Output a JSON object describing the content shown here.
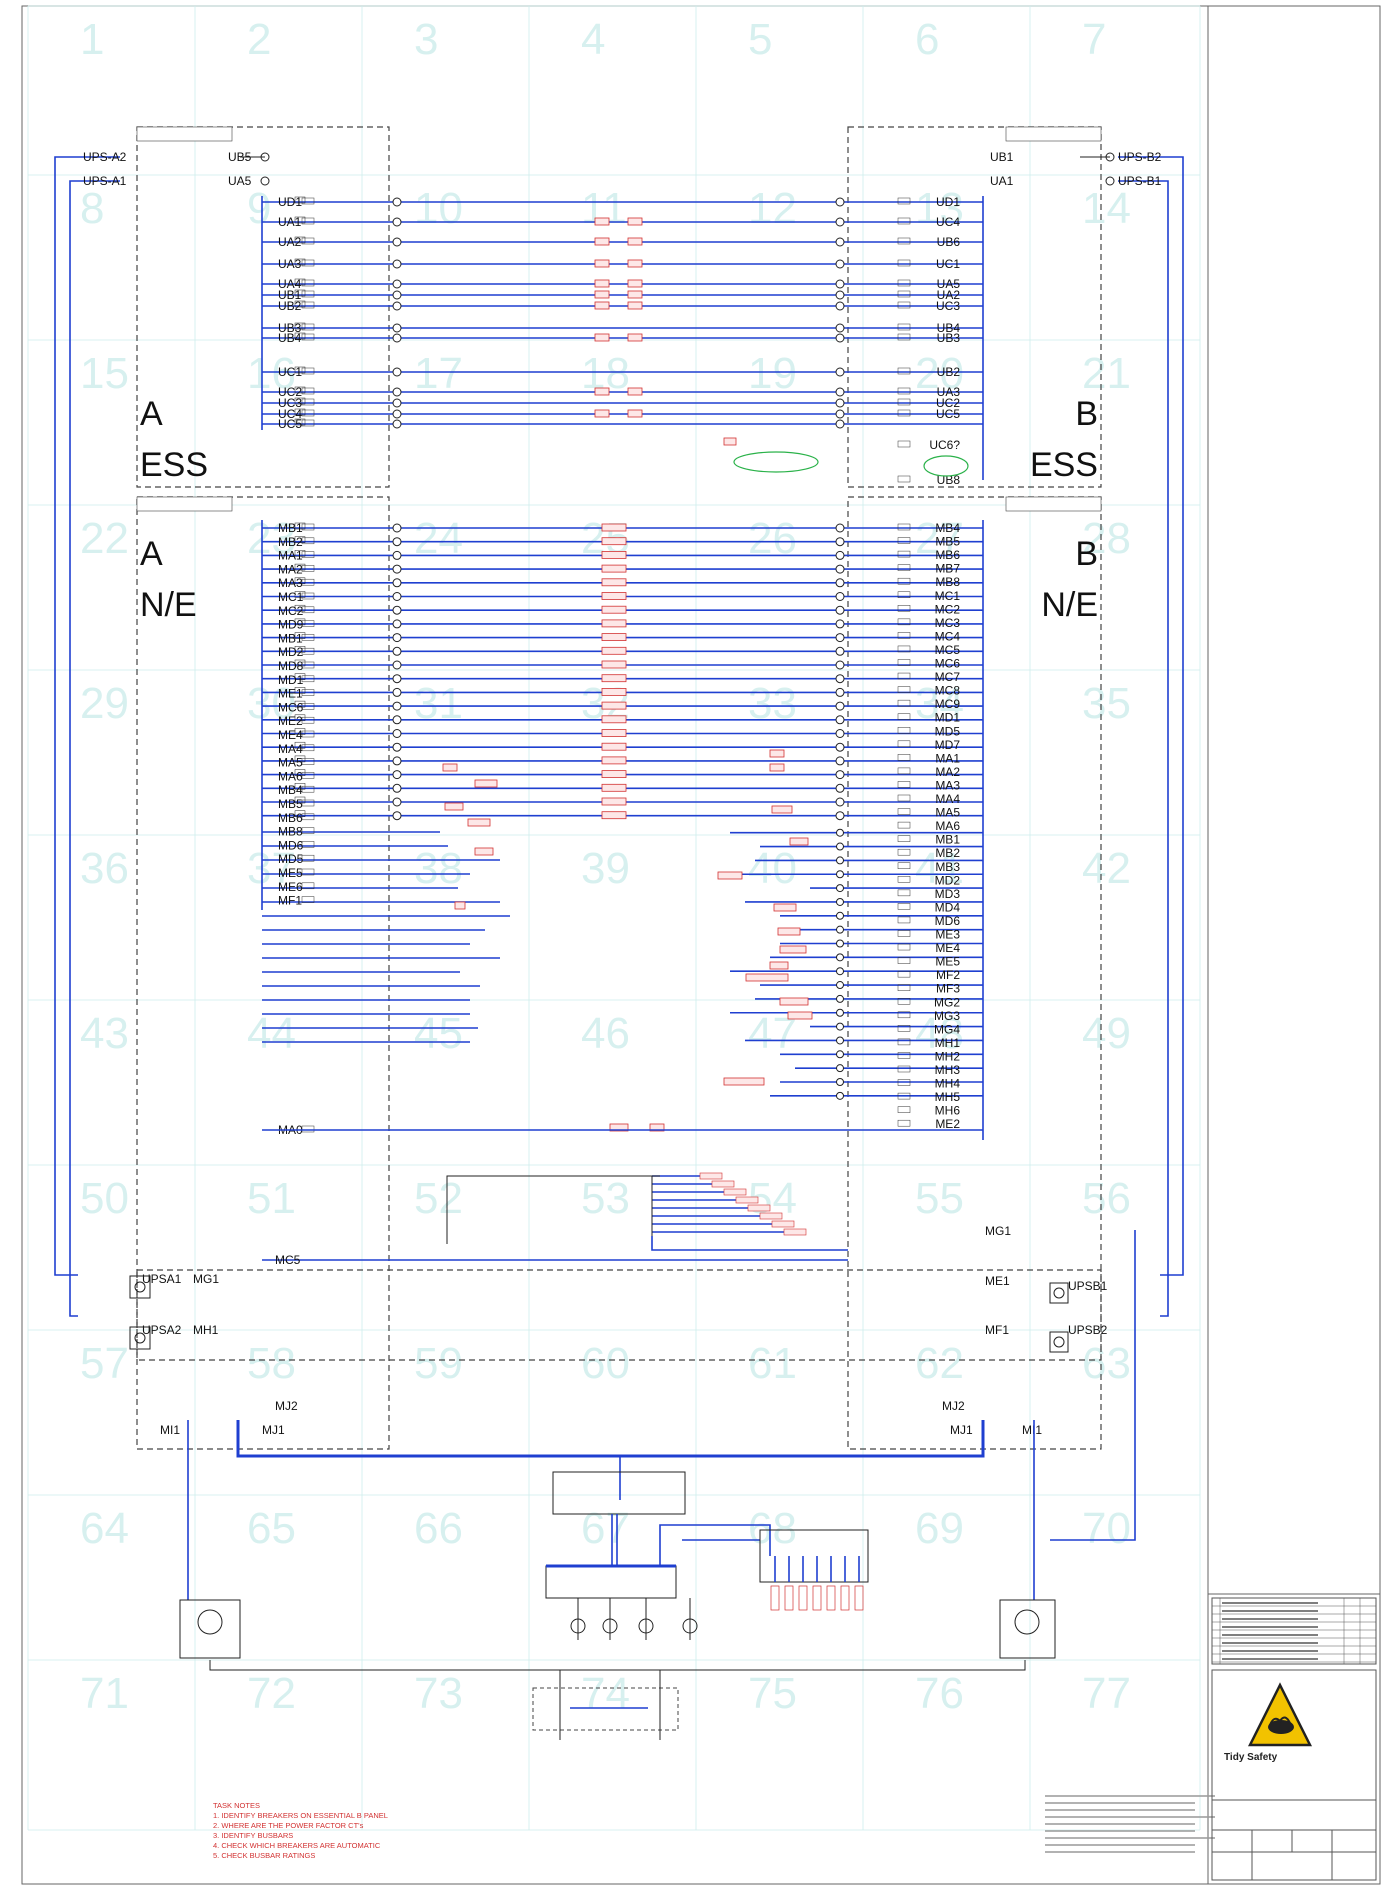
{
  "grid_numbers": [
    "1",
    "2",
    "3",
    "4",
    "5",
    "6",
    "7",
    "8",
    "9",
    "10",
    "11",
    "12",
    "13",
    "14",
    "15",
    "16",
    "17",
    "18",
    "19",
    "20",
    "21",
    "22",
    "23",
    "24",
    "25",
    "26",
    "27",
    "28",
    "29",
    "30",
    "31",
    "32",
    "33",
    "34",
    "35",
    "36",
    "37",
    "38",
    "39",
    "40",
    "41",
    "42",
    "43",
    "44",
    "45",
    "46",
    "47",
    "48",
    "49",
    "50",
    "51",
    "52",
    "53",
    "54",
    "55",
    "56",
    "57",
    "58",
    "59",
    "60",
    "61",
    "62",
    "63",
    "64",
    "65",
    "66",
    "67",
    "68",
    "69",
    "70",
    "71",
    "72",
    "73",
    "74",
    "75",
    "76",
    "77"
  ],
  "panels": {
    "a_ess": {
      "line1": "A",
      "line2": "ESS"
    },
    "b_ess": {
      "line1": "B",
      "line2": "ESS"
    },
    "a_ne": {
      "line1": "A",
      "line2": "N/E"
    },
    "b_ne": {
      "line1": "B",
      "line2": "N/E"
    }
  },
  "top_feeds": {
    "left": [
      {
        "src": "UPS-A2",
        "cb": "UB5"
      },
      {
        "src": "UPS-A1",
        "cb": "UA5"
      }
    ],
    "right": [
      {
        "src": "UPS-B2",
        "cb": "UB1"
      },
      {
        "src": "UPS-B1",
        "cb": "UA1"
      }
    ]
  },
  "a_ess_breakers": [
    "UD1",
    "UA1",
    "UA2",
    "UA3",
    "UA4",
    "UB1",
    "UB2",
    "UB3",
    "UB4",
    "UC1",
    "UC2",
    "UC3",
    "UC4",
    "UC5"
  ],
  "b_ess_breakers": [
    "UD1",
    "UC4",
    "UB6",
    "UC1",
    "UA5",
    "UA2",
    "UC3",
    "UB4",
    "UB3",
    "UB2",
    "UA3",
    "UC2",
    "UC5",
    "UC6?",
    "UB8"
  ],
  "a_ne_breakers": [
    "MB1",
    "MB2",
    "MA1",
    "MA2",
    "MA3",
    "MC1",
    "MC2",
    "MD9",
    "MB1",
    "MD2",
    "MD8",
    "MD1",
    "ME1",
    "MC6",
    "ME2",
    "ME4",
    "MA4",
    "MA5",
    "MA6",
    "MB4",
    "MB5",
    "MB6",
    "MB8",
    "MD6",
    "MD5",
    "ME5",
    "ME6",
    "MF1",
    "MA0"
  ],
  "b_ne_breakers": [
    "MB4",
    "MB5",
    "MB6",
    "MB7",
    "MB8",
    "MC1",
    "MC2",
    "MC3",
    "MC4",
    "MC5",
    "MC6",
    "MC7",
    "MC8",
    "MC9",
    "MD1",
    "MD5",
    "MD7",
    "MA1",
    "MA2",
    "MA3",
    "MA4",
    "MA5",
    "MA6",
    "MB1",
    "MB2",
    "MB3",
    "MD2",
    "MD3",
    "MD4",
    "MD6",
    "ME3",
    "ME4",
    "ME5",
    "MF2",
    "MF3",
    "MG2",
    "MG3",
    "MG4",
    "MH1",
    "MH2",
    "MH3",
    "MH4",
    "MH5",
    "MH6",
    "ME2"
  ],
  "bottom_left": {
    "upsa1": "UPSA1",
    "upsa2": "UPSA2",
    "mg1": "MG1",
    "mh1": "MH1",
    "mc5": "MC5",
    "mj2": "MJ2",
    "mi1": "MI1",
    "mj1": "MJ1"
  },
  "bottom_right": {
    "mg1": "MG1",
    "me1": "ME1",
    "mf1": "MF1",
    "upsb1": "UPSB1",
    "upsb2": "UPSB2",
    "mj2": "MJ2",
    "mj1": "MJ1",
    "mi1": "MI1"
  },
  "task_notes": {
    "title": "TASK NOTES",
    "items": [
      "1.    IDENTIFY BREAKERS ON ESSENTIAL B PANEL",
      "2.    WHERE ARE THE POWER FACTOR CT's",
      "3.    IDENTIFY BUSBARS",
      "4.    CHECK WHICH BREAKERS ARE AUTOMATIC",
      "5.    CHECK BUSBAR RATINGS"
    ]
  },
  "title_block": {
    "logo_text": "Tidy Safety"
  },
  "colors": {
    "bus": "#1f3fd0",
    "grid": "#bfe8e6",
    "task": "#d23232",
    "logo": "#f2c200"
  }
}
